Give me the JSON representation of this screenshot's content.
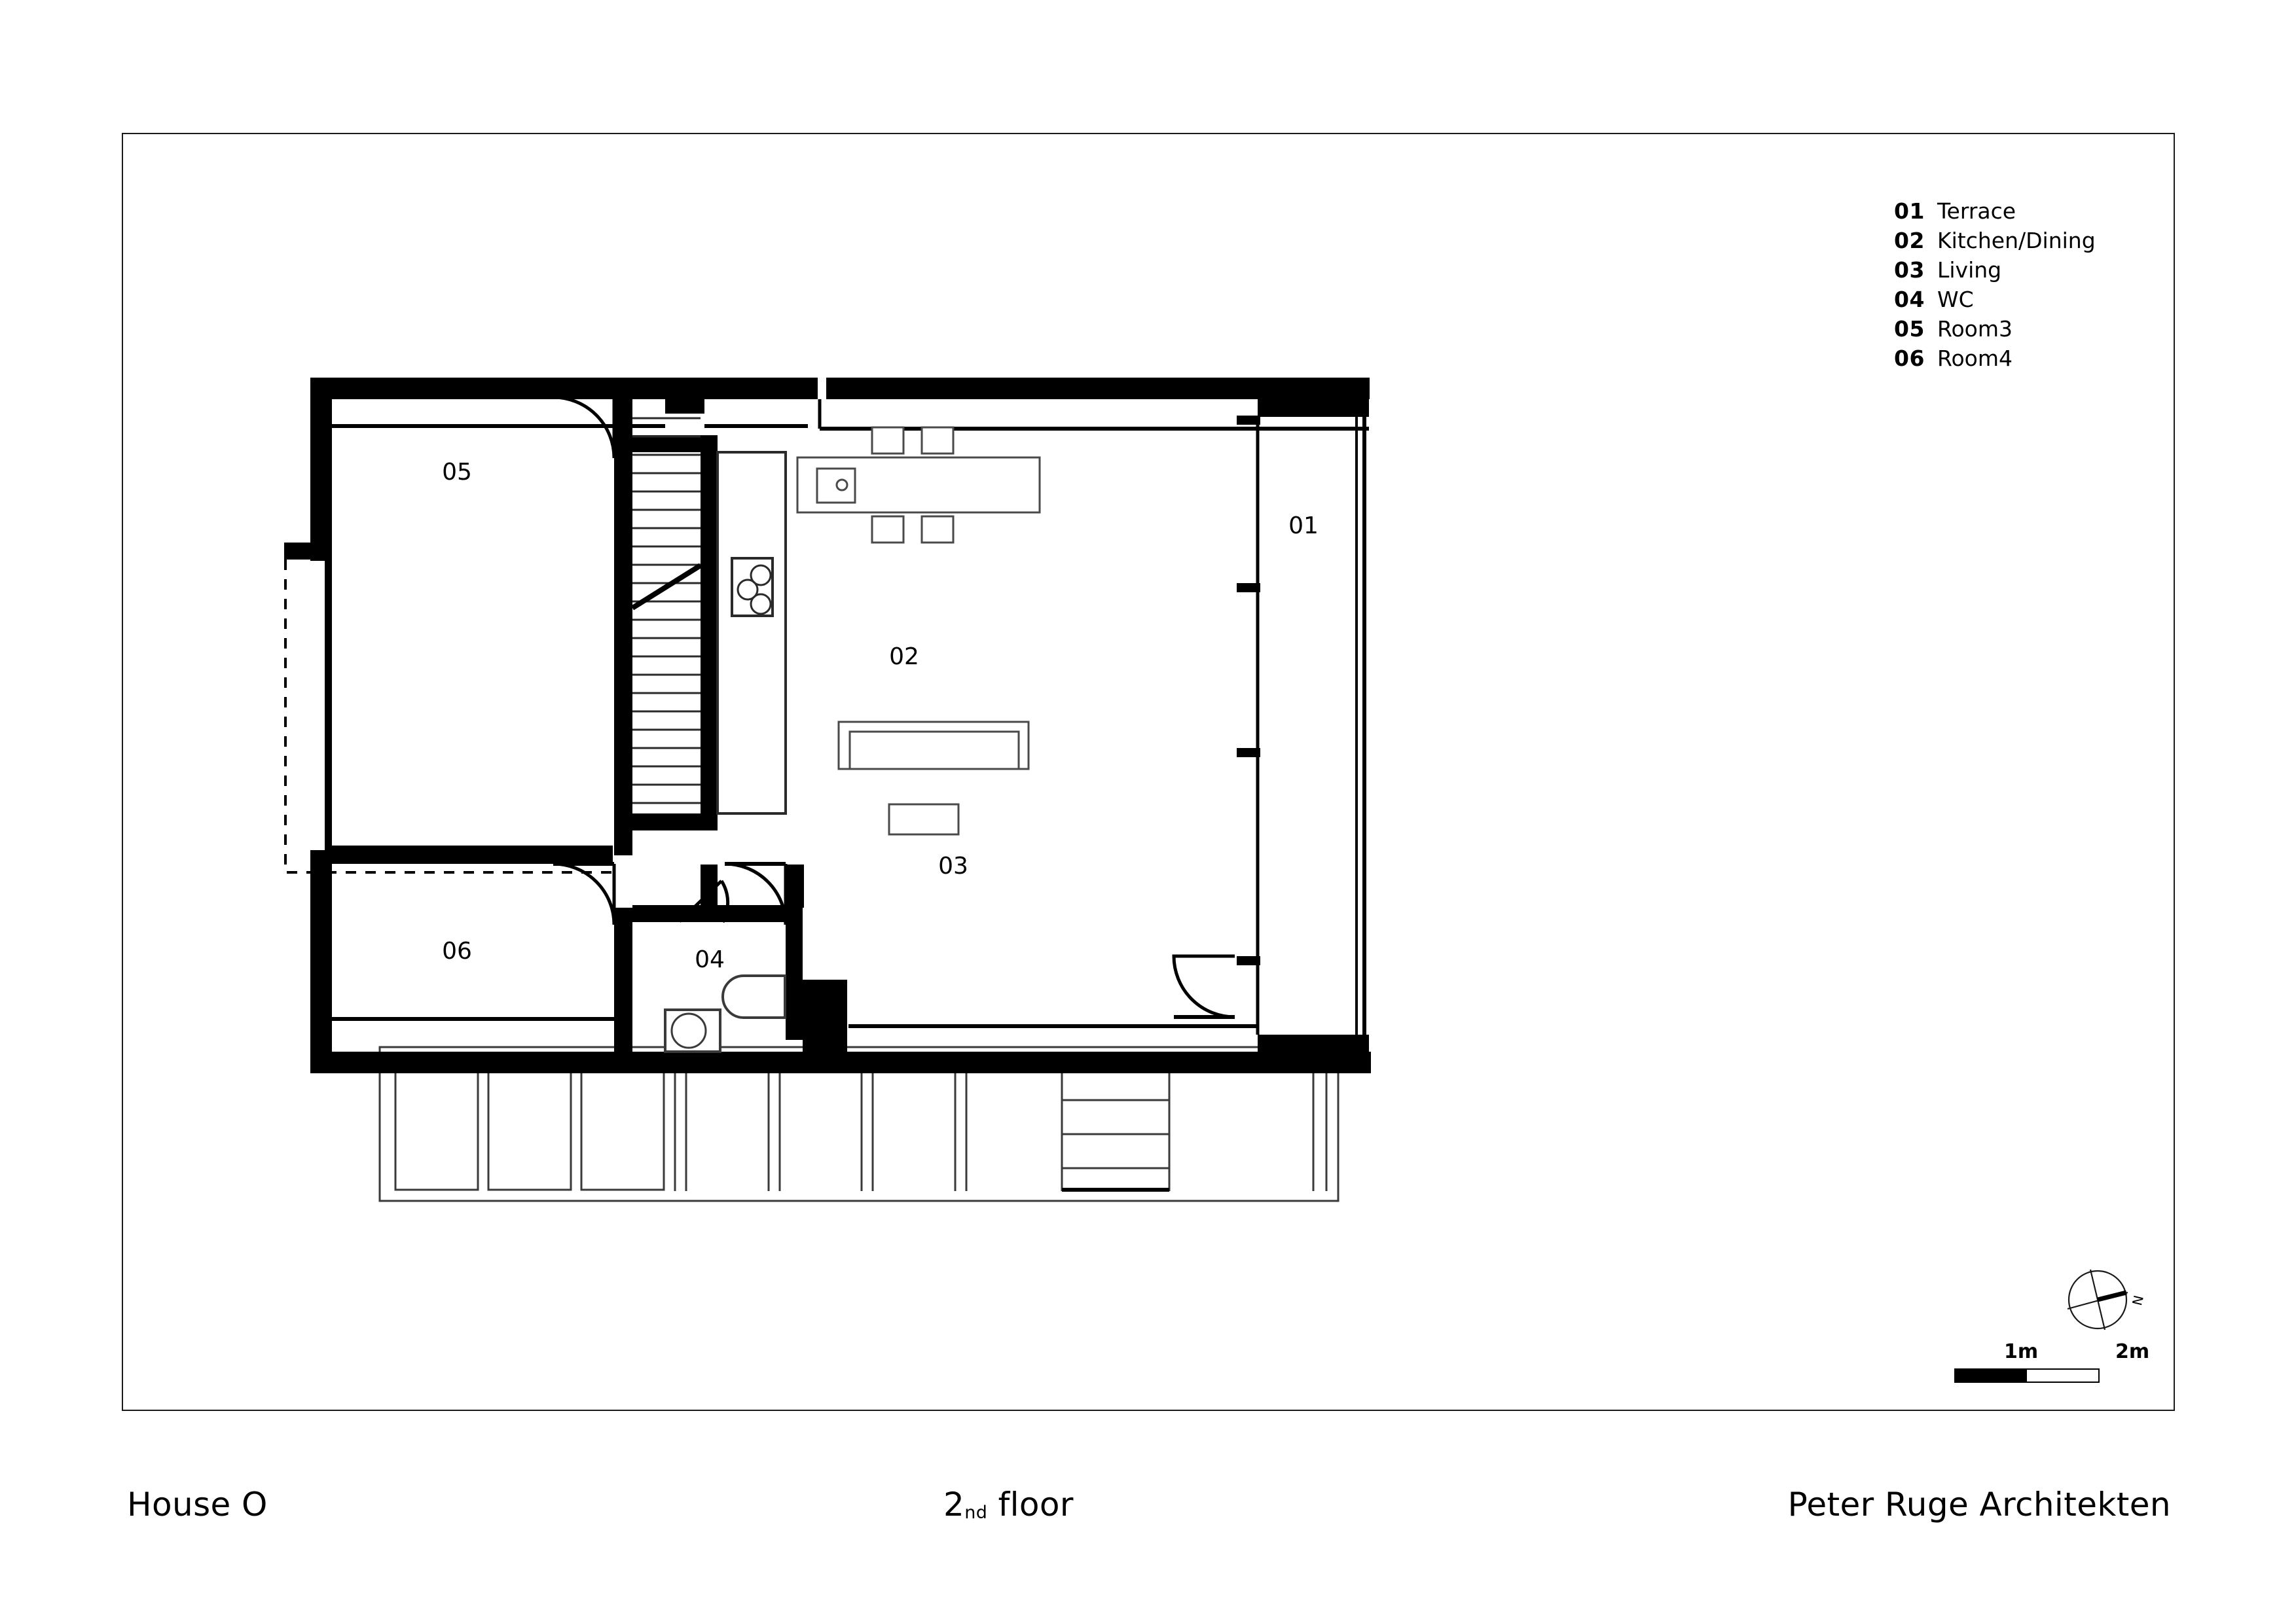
{
  "sheet": {
    "background_color": "#ffffff",
    "ink_color": "#000000",
    "frame_border_color": "#1a1a1a"
  },
  "caption": {
    "project_title": "House O",
    "drawing_title_number": "2",
    "drawing_title_ordinal": "nd",
    "drawing_title_rest": " floor",
    "office_name": "Peter Ruge Architekten"
  },
  "legend": {
    "items": [
      {
        "num": "01",
        "label": "Terrace"
      },
      {
        "num": "02",
        "label": "Kitchen/Dining"
      },
      {
        "num": "03",
        "label": "Living"
      },
      {
        "num": "04",
        "label": "WC"
      },
      {
        "num": "05",
        "label": "Room3"
      },
      {
        "num": "06",
        "label": "Room4"
      }
    ]
  },
  "room_labels": {
    "terrace": "01",
    "kitchen_dining": "02",
    "living": "03",
    "wc": "04",
    "room3": "05",
    "room4": "06"
  },
  "scale_bar": {
    "label_1m": "1m",
    "label_2m": "2m",
    "segments": [
      "filled",
      "empty"
    ]
  },
  "compass": {
    "north_label": "N"
  },
  "chart_data": {
    "type": "table",
    "title": "House O — 2nd floor plan",
    "rooms": [
      {
        "code": "01",
        "name": "Terrace"
      },
      {
        "code": "02",
        "name": "Kitchen/Dining"
      },
      {
        "code": "03",
        "name": "Living"
      },
      {
        "code": "04",
        "name": "WC"
      },
      {
        "code": "05",
        "name": "Room3"
      },
      {
        "code": "06",
        "name": "Room4"
      }
    ]
  }
}
